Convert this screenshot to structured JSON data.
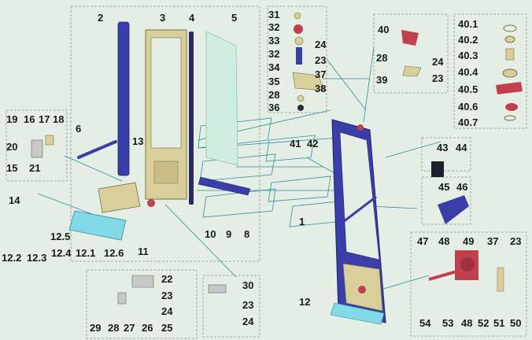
{
  "callouts": {
    "c1": "1",
    "c2": "2",
    "c3": "3",
    "c4": "4",
    "c5": "5",
    "c6": "6",
    "c8": "8",
    "c9": "9",
    "c10": "10",
    "c11": "11",
    "c12": "12",
    "c12_1": "12.1",
    "c12_2": "12.2",
    "c12_3": "12.3",
    "c12_4": "12.4",
    "c12_5": "12.5",
    "c12_6": "12.6",
    "c13": "13",
    "c14": "14",
    "c15": "15",
    "c16": "16",
    "c17": "17",
    "c18": "18",
    "c19": "19",
    "c20": "20",
    "c21": "21",
    "c22": "22",
    "c23a": "23",
    "c24a": "24",
    "c25": "25",
    "c26": "26",
    "c27": "27",
    "c28a": "28",
    "c29": "29",
    "c30": "30",
    "c23b": "23",
    "c24b": "24",
    "c31": "31",
    "c32a": "32",
    "c33": "33",
    "c32b": "32",
    "c34": "34",
    "c35": "35",
    "c28b": "28",
    "c36": "36",
    "c24c": "24",
    "c23c": "23",
    "c37": "37",
    "c38": "38",
    "c40": "40",
    "c28c": "28",
    "c24d": "24",
    "c23d": "23",
    "c39": "39",
    "c40_1": "40.1",
    "c40_2": "40.2",
    "c40_3": "40.3",
    "c40_4": "40.4",
    "c40_5": "40.5",
    "c40_6": "40.6",
    "c40_7": "40.7",
    "c41": "41",
    "c42": "42",
    "c43": "43",
    "c44": "44",
    "c45": "45",
    "c46": "46",
    "c47": "47",
    "c48a": "48",
    "c49": "49",
    "c37b": "37",
    "c23e": "23",
    "c54": "54",
    "c53": "53",
    "c48b": "48",
    "c52": "52",
    "c51": "51",
    "c50": "50"
  },
  "colors": {
    "background": "#e4eee5",
    "frame_blue": "#3a3fa8",
    "frame_gold": "#d9cf9a",
    "panel_cyan": "#7fd9e6",
    "glass": "#cfeee0",
    "leader_line": "#2e8fa0",
    "dashed_box": "#8a9a90",
    "accent_red": "#c0404e"
  }
}
